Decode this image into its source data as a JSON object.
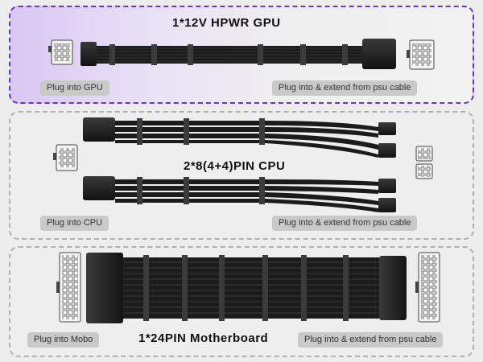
{
  "gpu": {
    "title": "1*12V HPWR GPU",
    "left_label": "Plug into  GPU",
    "right_label": "Plug into & extend from psu cable"
  },
  "cpu": {
    "title": "2*8(4+4)PIN CPU",
    "left_label": "Plug into  CPU",
    "right_label": "Plug into & extend from psu cable"
  },
  "mobo": {
    "title": "1*24PIN Motherboard",
    "left_label": "Plug into  Mobo",
    "right_label": "Plug into & extend from psu cable"
  },
  "colors": {
    "accent": "#6a34c8",
    "cable": "#1a1a1a",
    "label_bg": "#c9c9c9"
  }
}
